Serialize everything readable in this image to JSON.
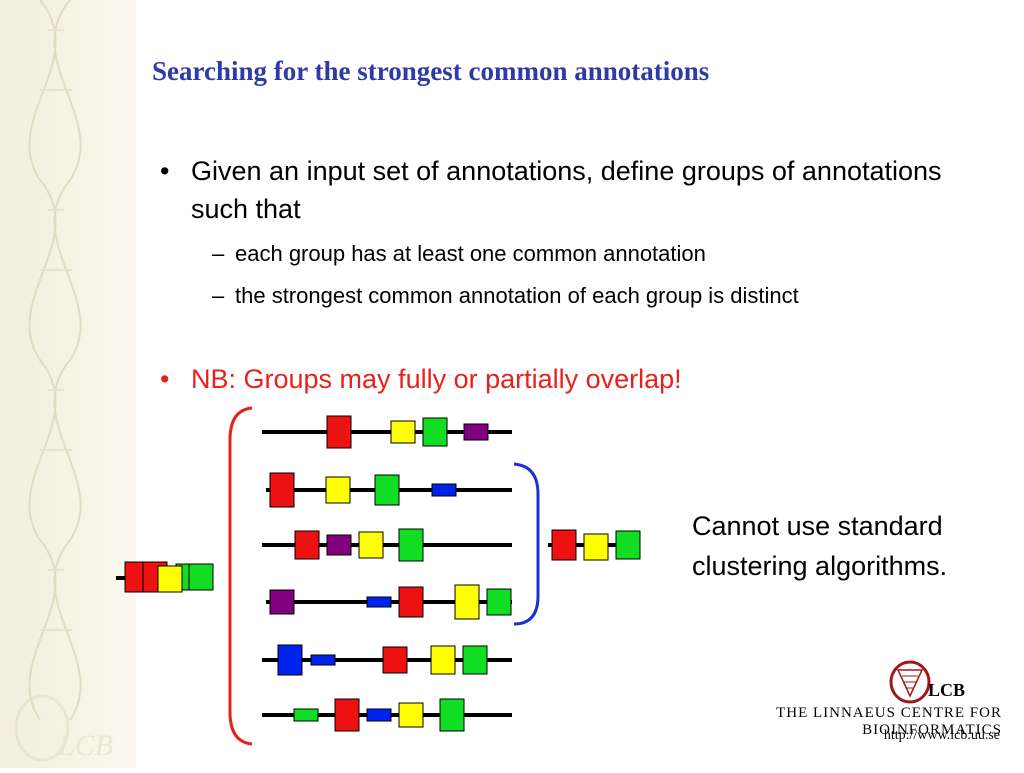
{
  "slide": {
    "title": "Searching for the strongest common annotations",
    "bullet1": {
      "marker": "•",
      "text": "Given an input set of annotations, define groups of annotations such that"
    },
    "sub_items": [
      {
        "marker": "–",
        "text": "each group has at least one common annotation"
      },
      {
        "marker": "–",
        "text": "the strongest common annotation of each group is distinct"
      }
    ],
    "bullet2": {
      "marker": "•",
      "text": "NB: Groups may fully or partially overlap!"
    },
    "note": "Cannot use standard clustering algorithms.",
    "footer": {
      "logo_text": "LCB",
      "organization": "THE LINNAEUS CENTRE FOR BIOINFORMATICS",
      "url": "http://www.lcb.uu.se"
    },
    "watermark_text": "LCB"
  },
  "colors": {
    "title": "#2e3aa8",
    "highlight_text": "#e8211d",
    "bracket_red": "#e8211d",
    "bracket_blue": "#1f2fd6",
    "red_box": "#ee1111",
    "yellow_box": "#ffff00",
    "green_box": "#11dd22",
    "purple_box": "#800080",
    "blue_box": "#0022ee"
  }
}
